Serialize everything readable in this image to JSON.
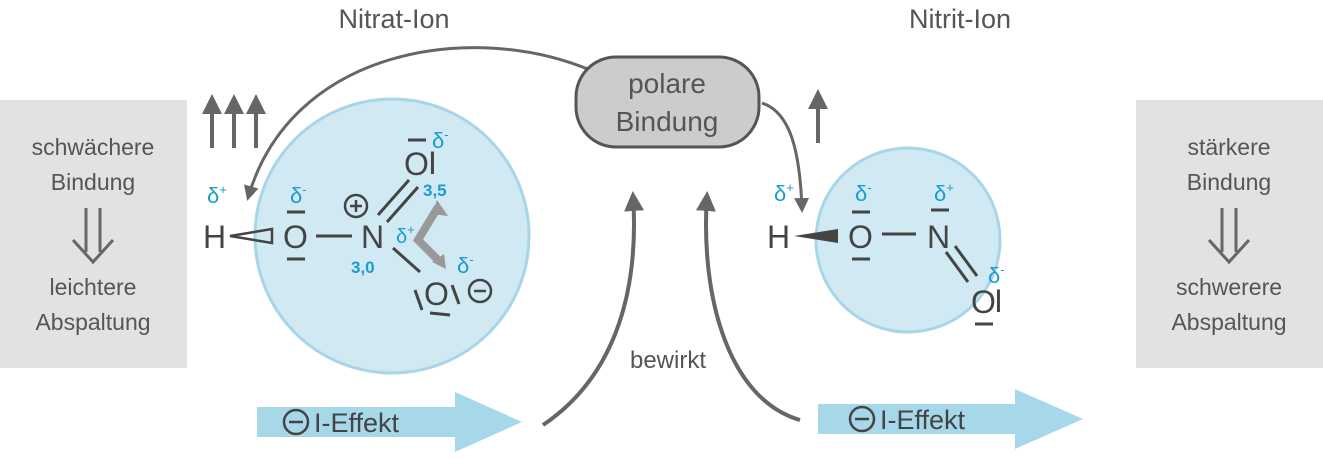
{
  "titles": {
    "nitrate": "Nitrat-Ion",
    "nitrite": "Nitrit-Ion"
  },
  "center": {
    "polar_line1": "polare",
    "polar_line2": "Bindung",
    "causes": "bewirkt"
  },
  "left_box": {
    "line1": "schwächere",
    "line2": "Bindung",
    "line3": "leichtere",
    "line4": "Abspaltung"
  },
  "right_box": {
    "line1": "stärkere",
    "line2": "Bindung",
    "line3": "schwerere",
    "line4": "Abspaltung"
  },
  "effect_label": "I-Effekt",
  "atoms": {
    "H": "H",
    "O": "O",
    "N": "N",
    "bar": "I"
  },
  "partial_charges": {
    "plus": "δ+",
    "minus": "δ-",
    "delta": "δ",
    "sup_plus": "+",
    "sup_minus": "-"
  },
  "electronegativity": {
    "nitrogen": "3,0",
    "oxygen": "3,5"
  },
  "colors": {
    "circle_fill": "#d0e9f3",
    "circle_stroke": "#a6d6e8",
    "arrow_fill": "#a6d8ea",
    "box_fill": "#e2e2e2",
    "delta": "#1a9ccf",
    "gray_text": "#555555"
  },
  "icons": [
    "plus-circle-icon",
    "minus-circle-icon",
    "double-down-arrow-icon",
    "up-arrow-icon"
  ]
}
